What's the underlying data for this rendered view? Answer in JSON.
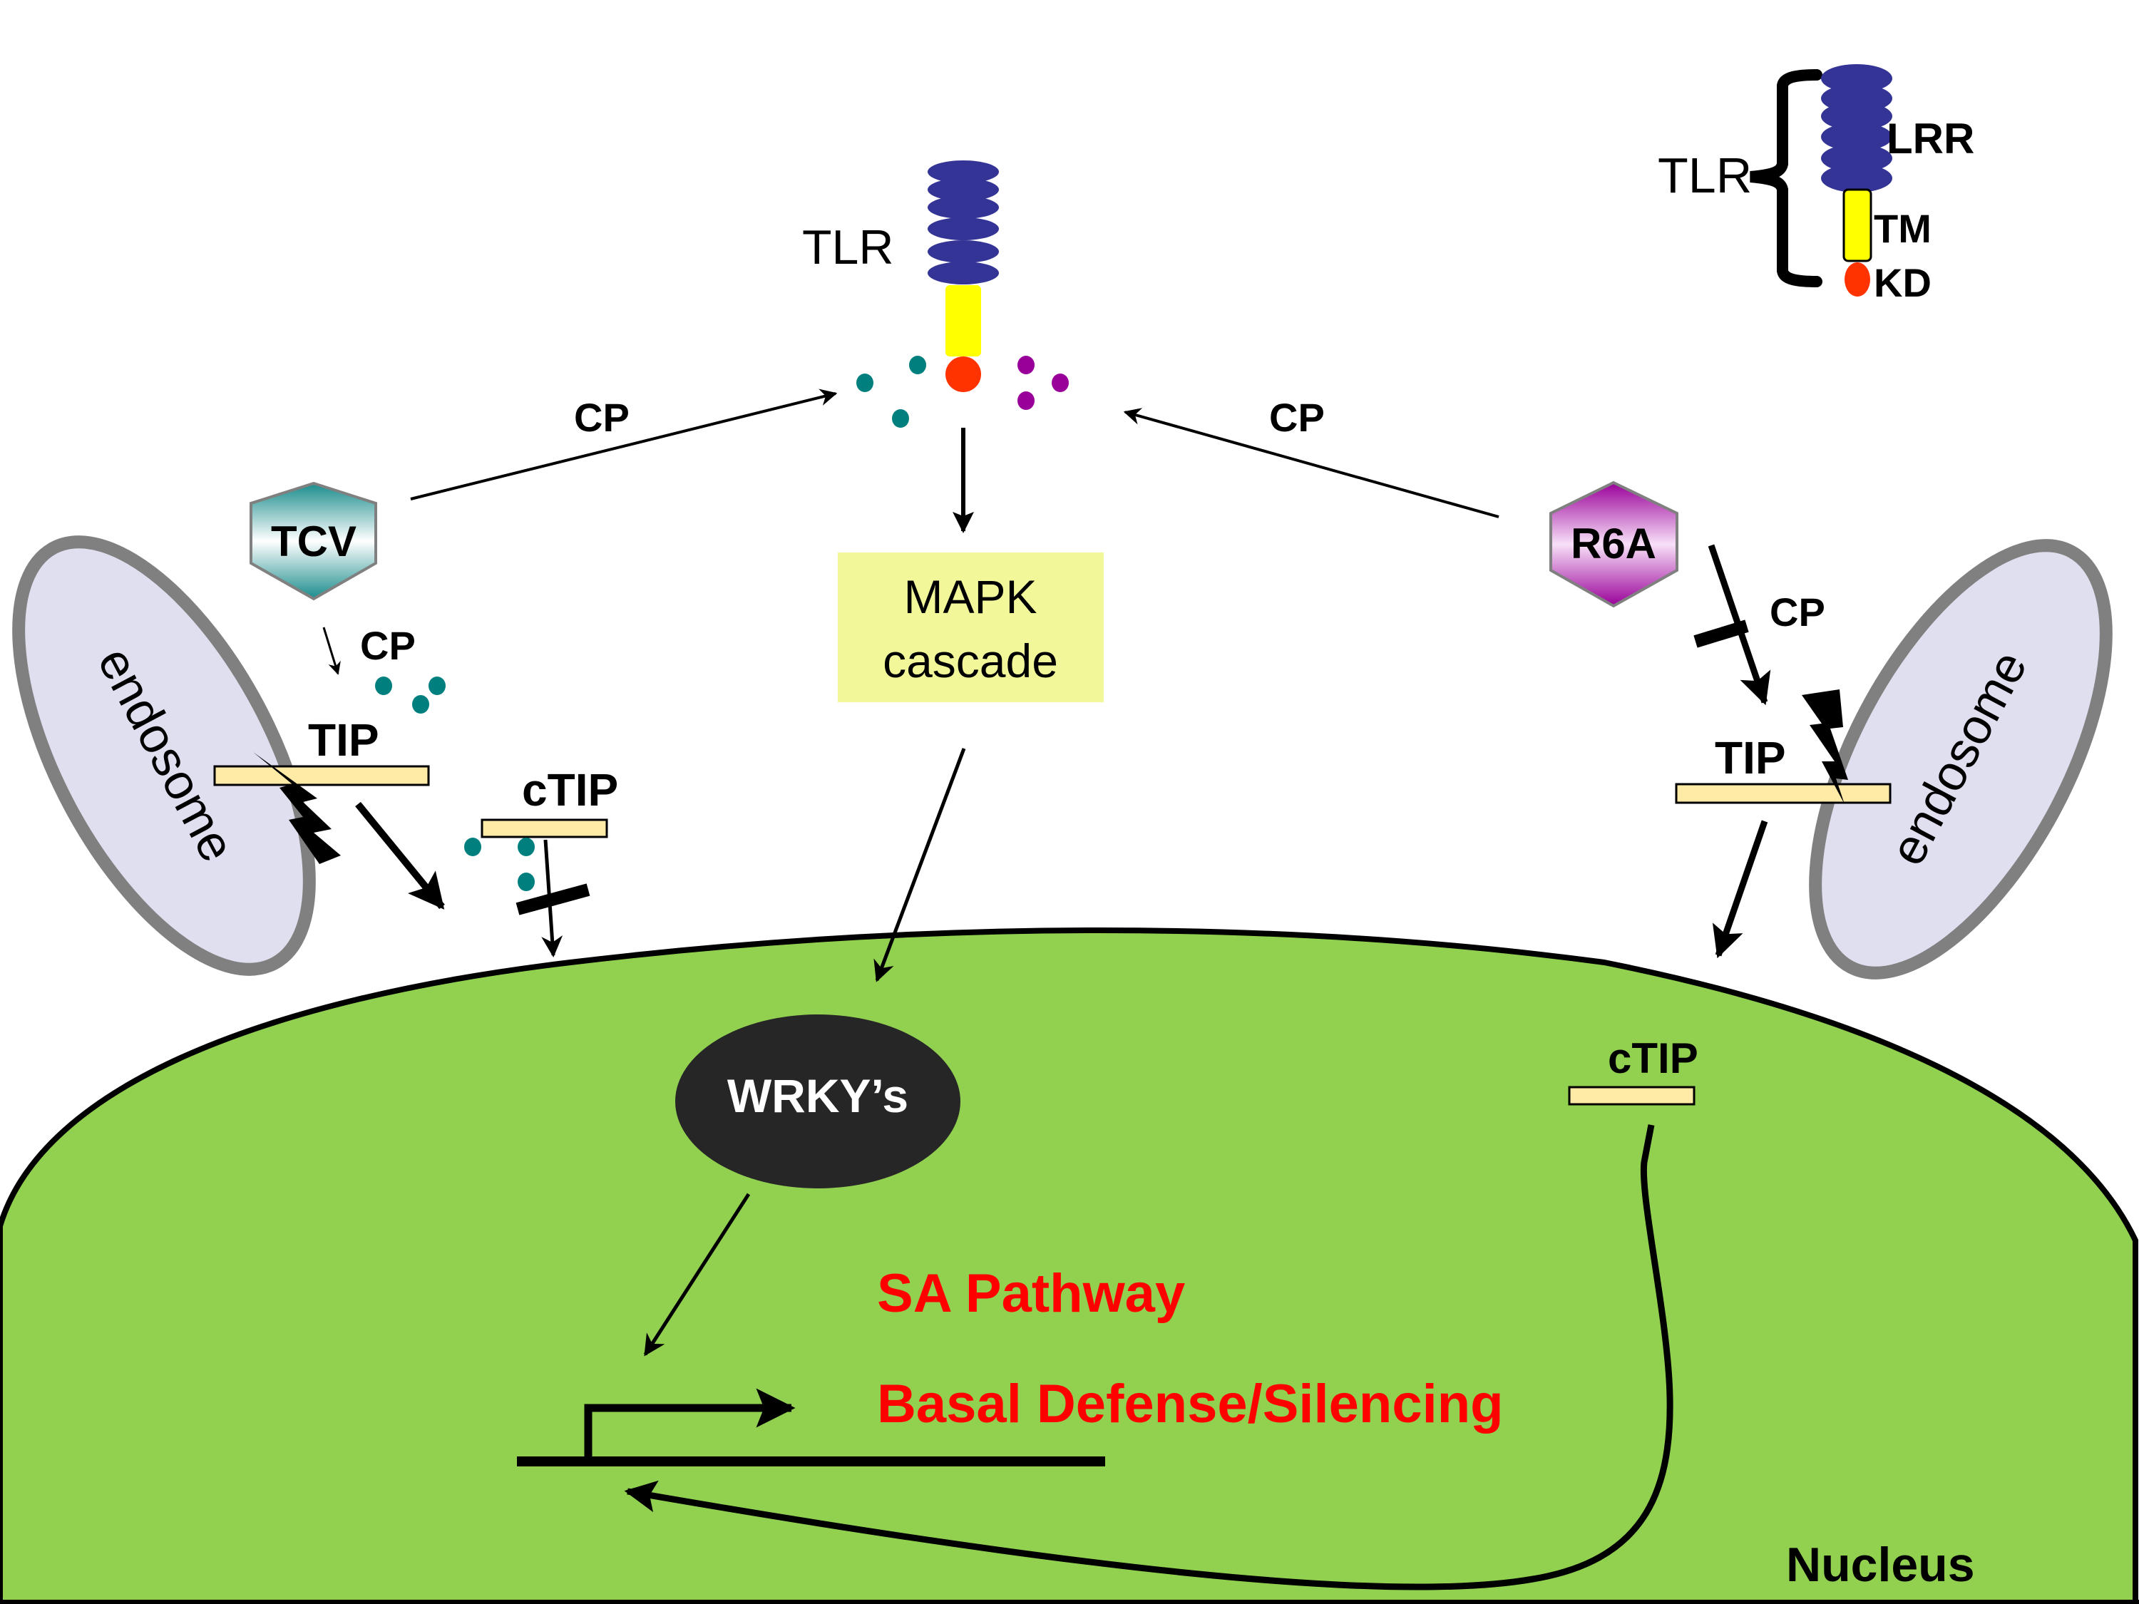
{
  "colors": {
    "lrr": "#343497",
    "tm": "#ffff00",
    "kd": "#ff3300",
    "teal_dot": "#007f7f",
    "purple_dot": "#990099",
    "mapk_box": "#f2f899",
    "tip_bar": "#ffeaa6",
    "endosome_fill": "#dfdff0",
    "endosome_stroke": "#808080",
    "nucleus_fill": "#92d050",
    "wrky_fill": "#262626",
    "output_text": "#ff0000"
  },
  "legend": {
    "title": "TLR",
    "lrr_label": "LRR",
    "tm_label": "TM",
    "kd_label": "KD"
  },
  "receptor": {
    "label": "TLR"
  },
  "left_virus": {
    "name": "TCV",
    "cp_to_receptor_label": "CP",
    "cp_local_label": "CP",
    "tip_label": "TIP",
    "ctip_label": "cTIP",
    "endosome_label": "endosome"
  },
  "right_virus": {
    "name": "R6A",
    "cp_to_receptor_label": "CP",
    "cp_blocked_label": "CP",
    "tip_label": "TIP",
    "endosome_label": "endosome"
  },
  "mapk": {
    "line1": "MAPK",
    "line2": "cascade"
  },
  "nucleus": {
    "label": "Nucleus",
    "wrky_label": "WRKY’s",
    "ctip_label": "cTIP",
    "output1": "SA Pathway",
    "output2": "Basal Defense/Silencing"
  }
}
